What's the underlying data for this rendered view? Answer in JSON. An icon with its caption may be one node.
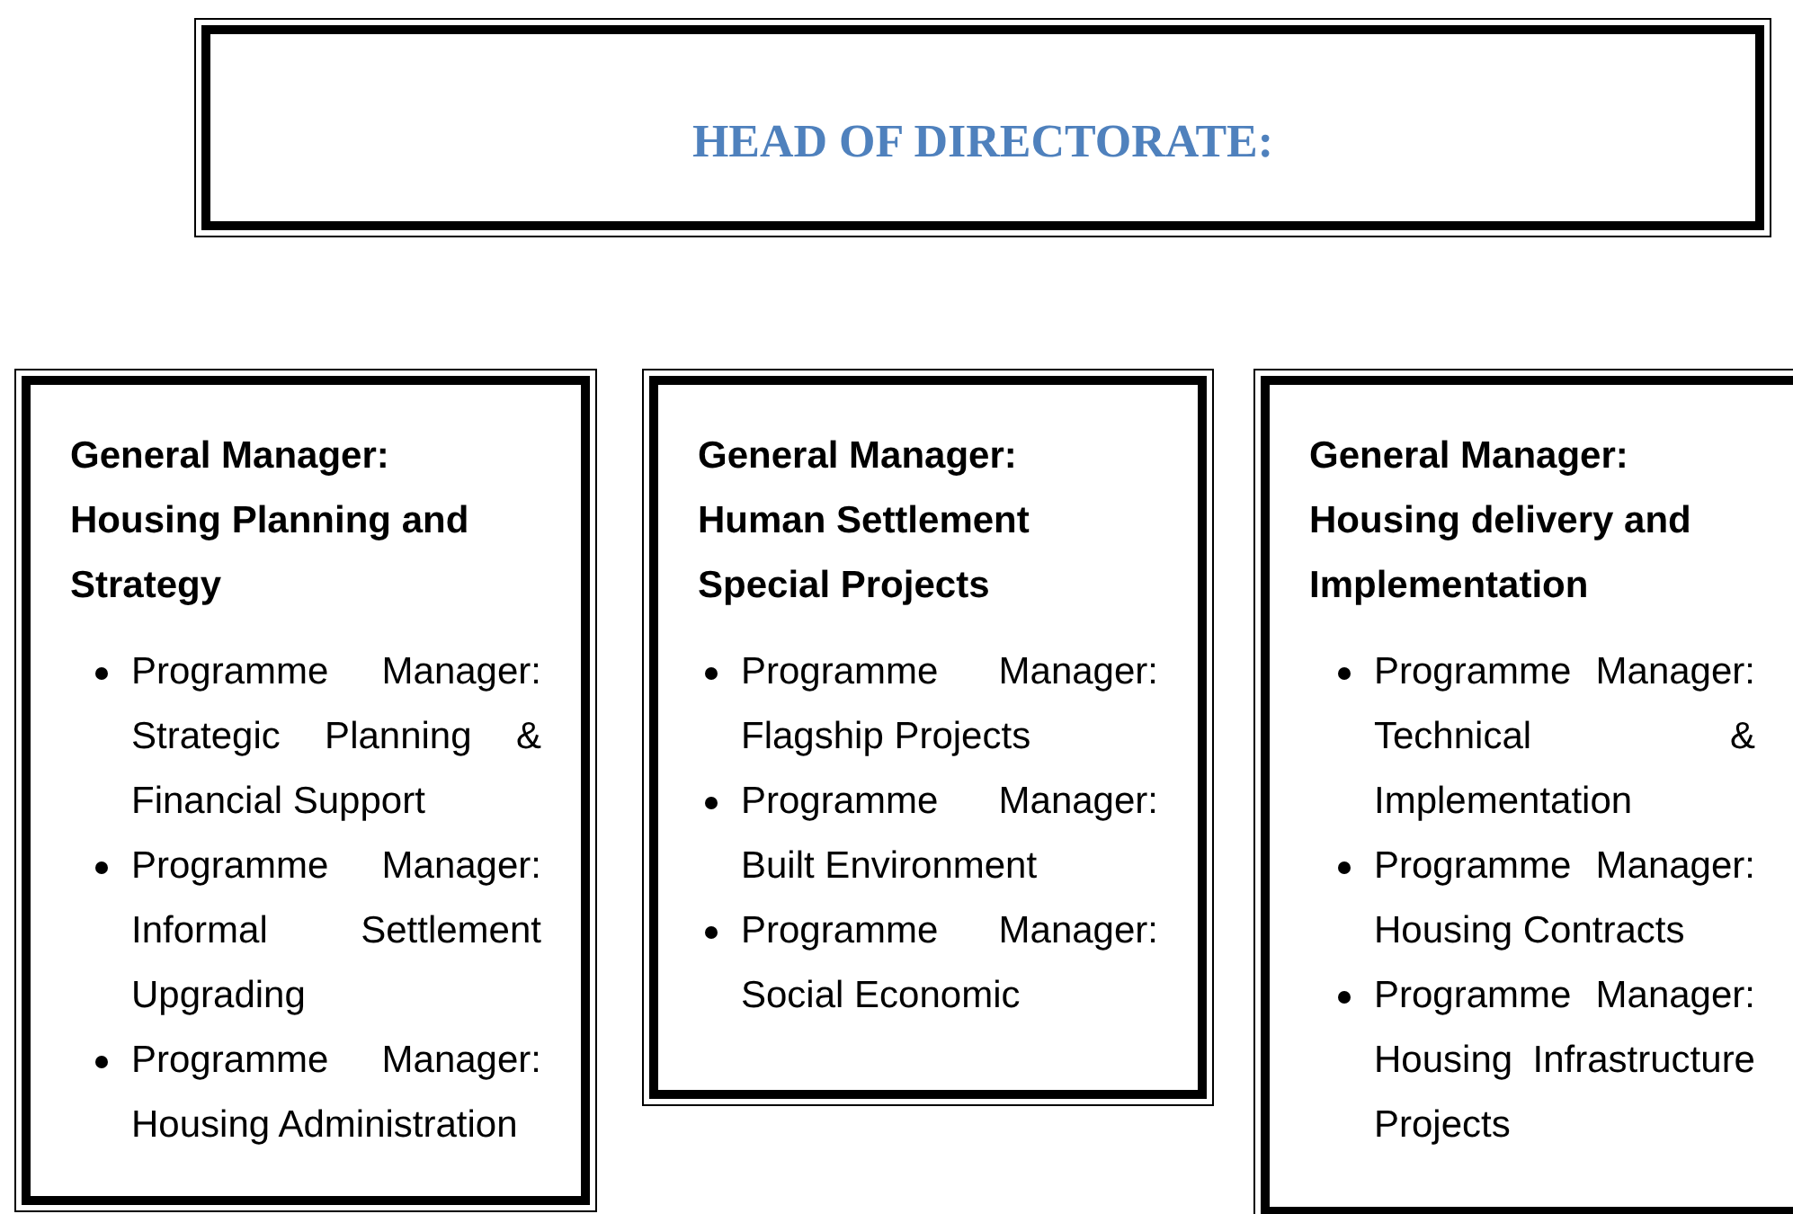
{
  "diagram": {
    "nodes": [
      {
        "text": [
          "HEAD OF DIRECTORATE:"
        ]
      },
      {
        "text": [
          "General Manager: Housing Planning and Strategy",
          "Programme Manager: Strategic Planning & Financial Support",
          "Programme Manager: Informal Settlement Upgrading",
          "Programme Manager: Housing Administration"
        ]
      },
      {
        "text": [
          "General Manager: Human Settlement Special Projects",
          "Programme Manager: Flagship Projects",
          "Programme Manager: Built Environment",
          "Programme Manager: Social Economic"
        ]
      },
      {
        "text": [
          "General Manager: Housing delivery and Implementation",
          "Programme Manager: Technical & Implementation",
          "Programme Manager: Housing Contracts",
          "Programme Manager: Housing Infrastructure Projects"
        ]
      }
    ]
  }
}
